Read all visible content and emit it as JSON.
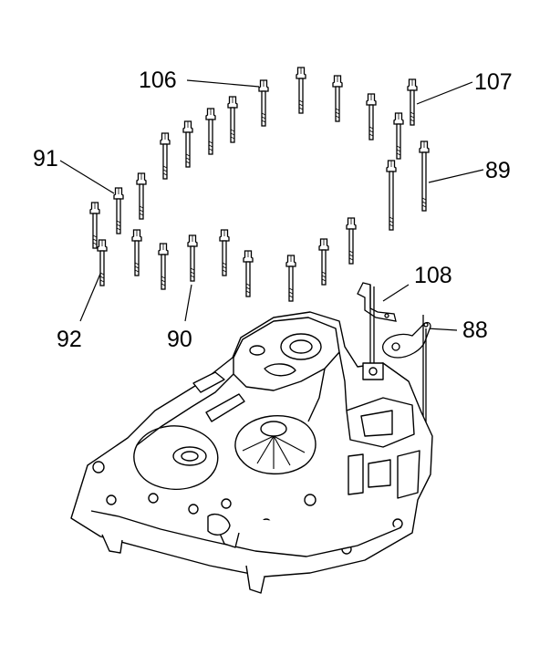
{
  "diagram": {
    "callouts": {
      "c106": "106",
      "c107": "107",
      "c91": "91",
      "c89": "89",
      "c108": "108",
      "c88": "88",
      "c92": "92",
      "c90": "90"
    },
    "colors": {
      "ink": "#000000",
      "paper": "#ffffff"
    },
    "parts": [
      "bolt",
      "bracket",
      "gasket",
      "transmission-case"
    ]
  }
}
